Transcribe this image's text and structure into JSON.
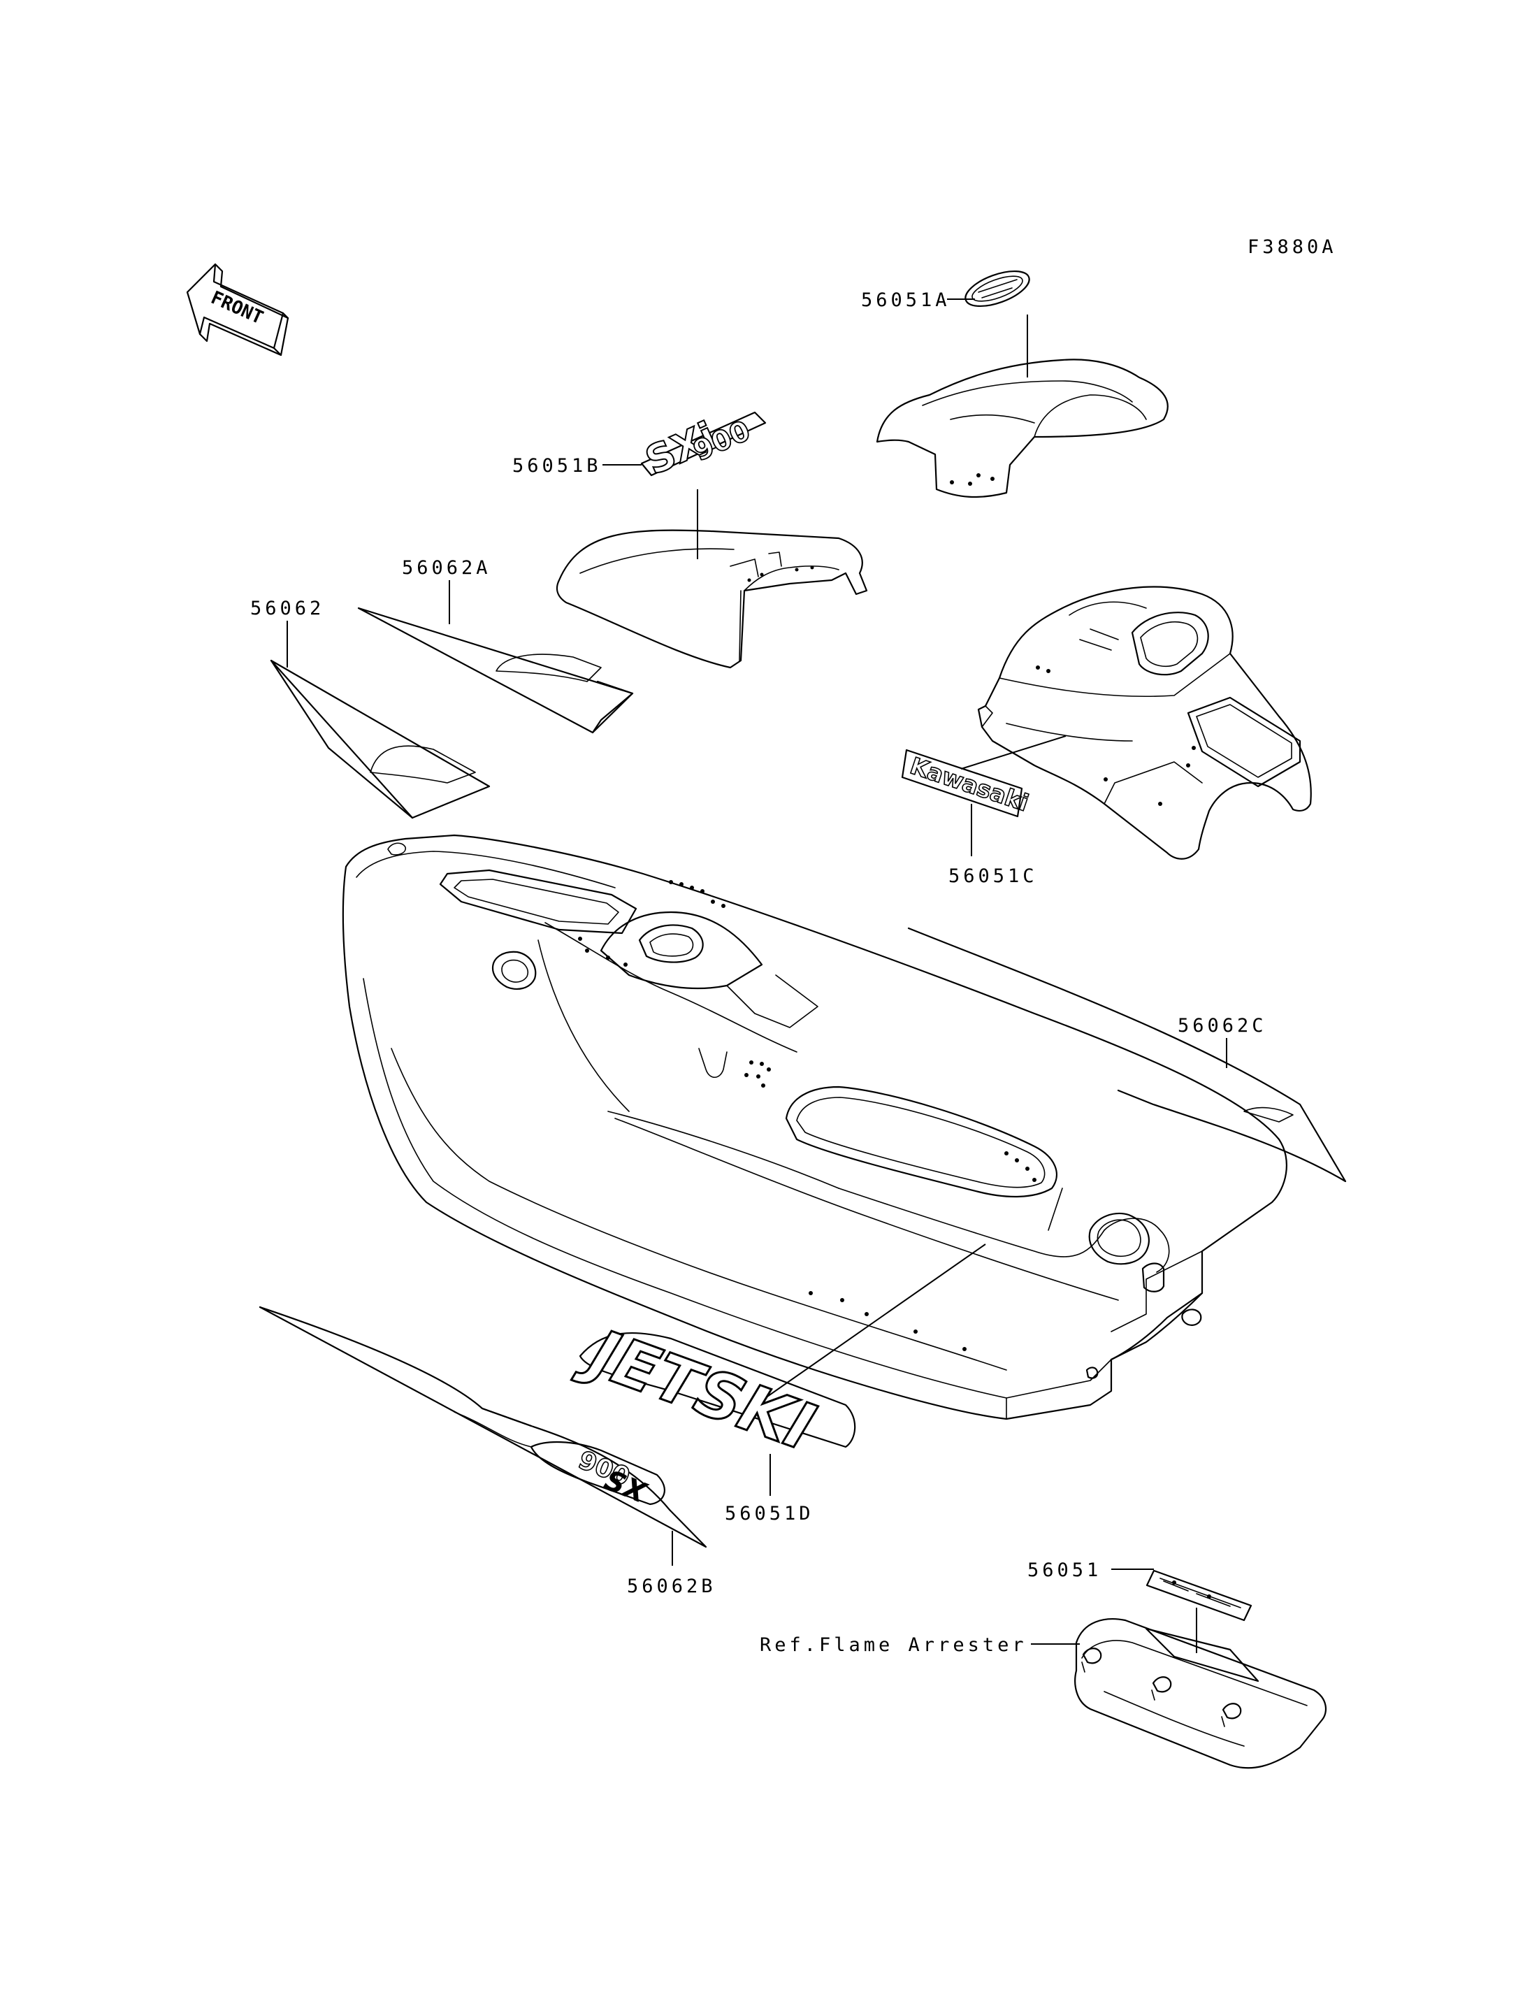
{
  "figure_code": "F3880A",
  "direction_marker": "FRONT",
  "callouts": [
    {
      "id": "56051A",
      "label": "56051A"
    },
    {
      "id": "56051B",
      "label": "56051B"
    },
    {
      "id": "56062A",
      "label": "56062A"
    },
    {
      "id": "56062",
      "label": "56062"
    },
    {
      "id": "56051C",
      "label": "56051C"
    },
    {
      "id": "56062C",
      "label": "56062C"
    },
    {
      "id": "56051D",
      "label": "56051D"
    },
    {
      "id": "56062B",
      "label": "56062B"
    },
    {
      "id": "56051",
      "label": "56051"
    },
    {
      "id": "flame-arrester",
      "label": "Ref.Flame Arrester"
    }
  ],
  "decal_texts": {
    "kawasaki": "Kawasaki",
    "jetski": "JETSKI",
    "model_b": "SXi",
    "model_b_num": "900",
    "model_stripe": "SX",
    "model_stripe_num": "900"
  },
  "colors": {
    "ink": "#000000",
    "paper": "#ffffff"
  }
}
